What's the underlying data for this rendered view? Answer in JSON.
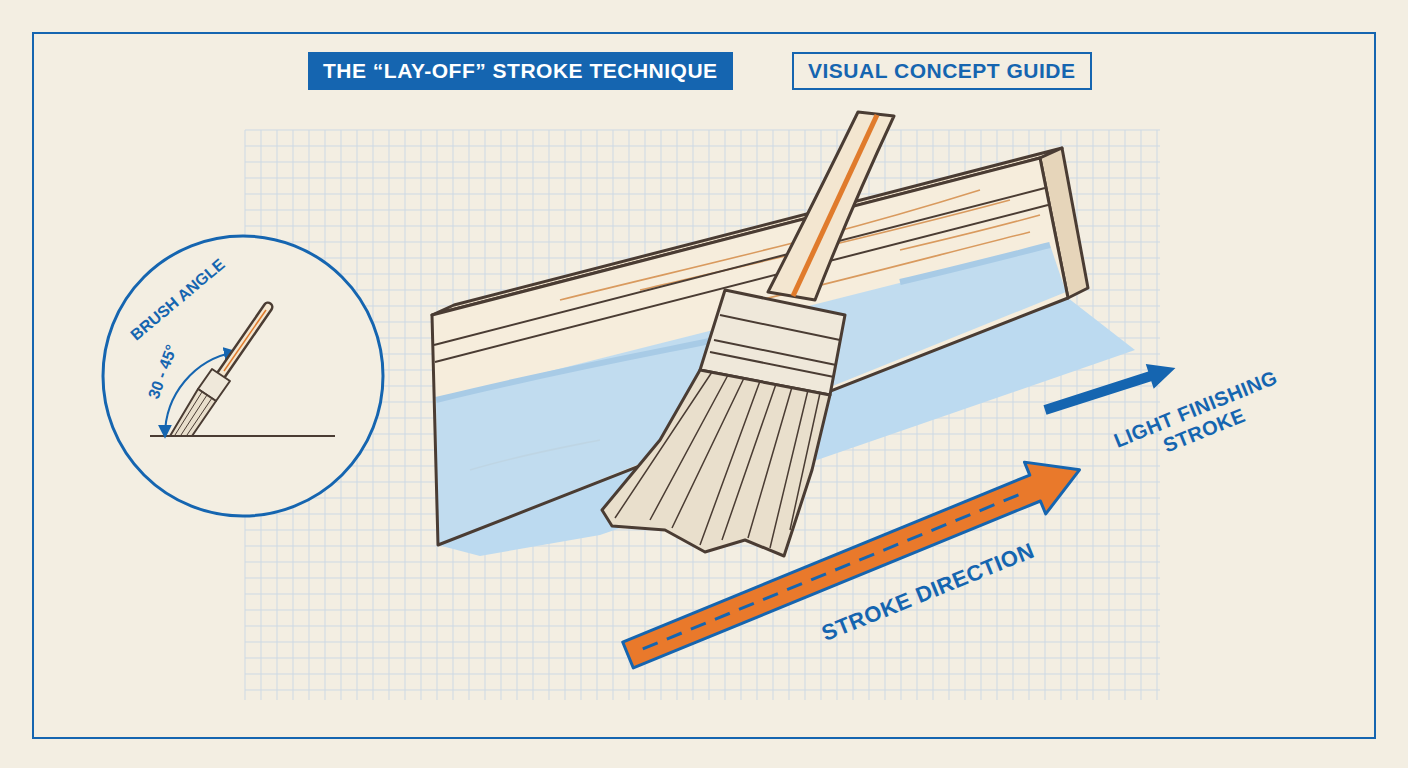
{
  "diagram": {
    "title": "THE “LAY-OFF” STROKE TECHNIQUE",
    "nodes": [
      {
        "text": [
          "VISUAL CONCEPT GUIDE"
        ]
      },
      {
        "text": [
          "BRUSH ANGLE",
          "30 - 45°"
        ]
      }
    ],
    "labels": [
      "STROKE DIRECTION",
      "LIGHT FINISHING STROKE"
    ]
  }
}
